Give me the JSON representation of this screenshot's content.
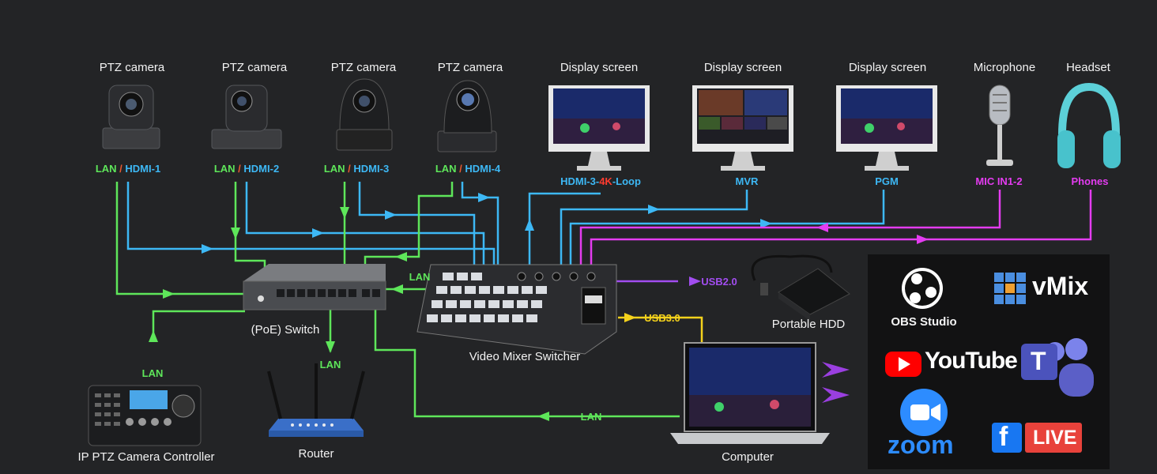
{
  "cameras": [
    {
      "title": "PTZ camera",
      "lan": "LAN",
      "slash": "/",
      "port": "HDMI-1"
    },
    {
      "title": "PTZ camera",
      "lan": "LAN",
      "slash": "/",
      "port": "HDMI-2"
    },
    {
      "title": "PTZ camera",
      "lan": "LAN",
      "slash": "/",
      "port": "HDMI-3"
    },
    {
      "title": "PTZ camera",
      "lan": "LAN",
      "slash": "/",
      "port": "HDMI-4"
    }
  ],
  "displays": [
    {
      "title": "Display screen",
      "port_a": "HDMI-3-",
      "port_b": "4K",
      "port_c": "-Loop"
    },
    {
      "title": "Display screen",
      "port": "MVR"
    },
    {
      "title": "Display screen",
      "port": "PGM"
    }
  ],
  "microphone": {
    "title": "Microphone",
    "port": "MIC IN1-2"
  },
  "headset": {
    "title": "Headset",
    "port": "Phones"
  },
  "switch": {
    "title": "(PoE) Switch"
  },
  "mixer": {
    "title": "Video Mixer Switcher",
    "lan_tag": "LAN"
  },
  "hdd": {
    "title": "Portable HDD",
    "port": "USB2.0"
  },
  "computer": {
    "title": "Computer",
    "port": "USB3.0",
    "lan_tag": "LAN"
  },
  "controller": {
    "title": "IP PTZ Camera Controller",
    "lan_tag": "LAN"
  },
  "router": {
    "title": "Router",
    "lan_tag": "LAN"
  },
  "platforms": {
    "obs": "OBS Studio",
    "vmix": "vMix",
    "youtube": "YouTube",
    "teams_letter": "T",
    "zoom": "zoom",
    "fb_live": "LIVE",
    "fb_letter": "f"
  },
  "colors": {
    "background": "#232426",
    "lan": "#5ee65a",
    "hdmi": "#3db8f5",
    "audio": "#e43cf0",
    "usb3": "#f5d21c",
    "usb2": "#a24df0"
  }
}
